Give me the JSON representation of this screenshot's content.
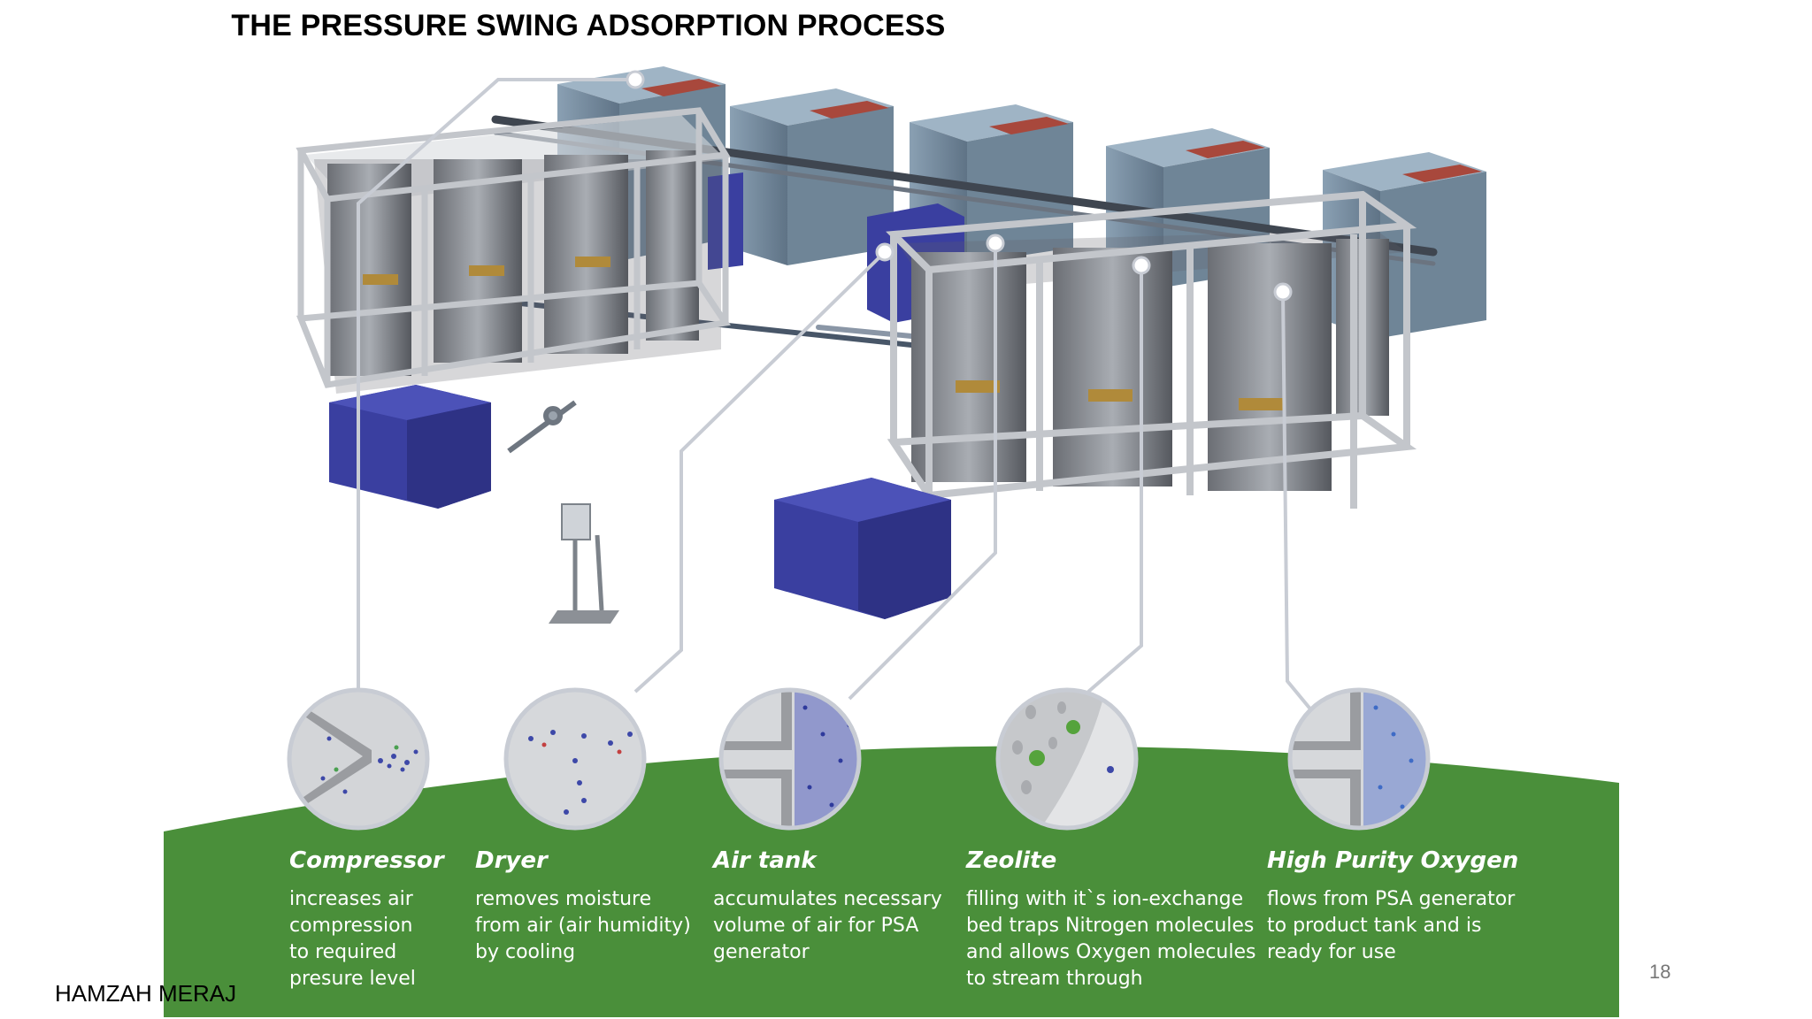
{
  "slide": {
    "title": "THE PRESSURE SWING  ADSORPTION PROCESS",
    "author": "HAMZAH MERAJ",
    "page_number": "18"
  },
  "colors": {
    "ground_green": "#4a8f3a",
    "tank_blue": "#3a3fa0",
    "compressor_grey": "#7f95a8",
    "compressor_red": "#a8483c",
    "frame_grey": "#b8bcc2",
    "leader_line": "#c8ccd4"
  },
  "stages": [
    {
      "name": "Compressor",
      "description": "increases air\ncompression\nto required\npresure level",
      "icon": "compressor-detail-icon"
    },
    {
      "name": "Dryer",
      "description": "removes moisture\nfrom air (air humidity)\nby cooling",
      "icon": "dryer-detail-icon"
    },
    {
      "name": "Air tank",
      "description": "accumulates necessary\nvolume of air for PSA\ngenerator",
      "icon": "air-tank-detail-icon"
    },
    {
      "name": "Zeolite",
      "description": "filling with it`s ion-exchange\nbed traps Nitrogen molecules\nand allows Oxygen molecules\nto stream through",
      "icon": "zeolite-detail-icon"
    },
    {
      "name": "High Purity Oxygen",
      "description": "flows from PSA generator\nto product tank and is\nready for use",
      "icon": "oxygen-detail-icon"
    }
  ]
}
